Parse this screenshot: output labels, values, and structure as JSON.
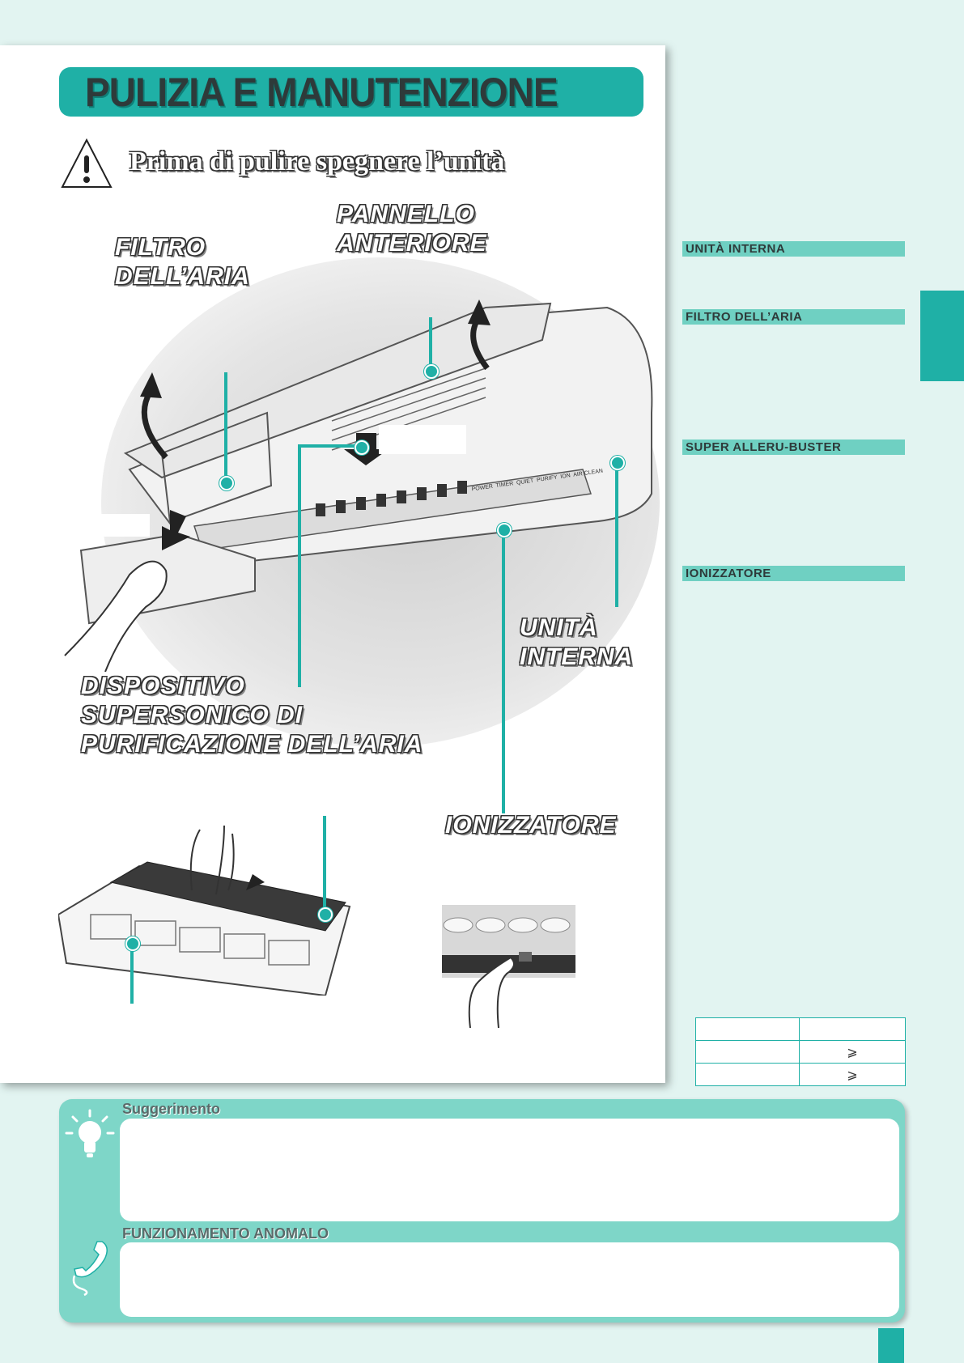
{
  "colors": {
    "background": "#e2f4f1",
    "accent": "#1fb0a6",
    "light_accent": "#7ed6c8"
  },
  "header": {
    "title": "PULIZIA E MANUTENZIONE"
  },
  "warning": {
    "icon": "warning-triangle-icon",
    "text": "Prima di pulire spegnere l’unità"
  },
  "diagram": {
    "labels": {
      "air_filter": [
        "FILTRO",
        "DELL’ARIA"
      ],
      "front_panel": [
        "PANNELLO",
        "ANTERIORE"
      ],
      "indoor_unit": [
        "UNITÀ",
        "INTERNA"
      ],
      "purifier": [
        "DISPOSITIVO",
        "SUPERSONICO DI",
        "PURIFICAZIONE DELL’ARIA"
      ],
      "ionizer": "IONIZZATORE"
    },
    "panel_indicators": [
      "POWER",
      "TIMER",
      "QUIET",
      "PURIFY",
      "ION",
      "AIR CLEAN"
    ]
  },
  "sections": [
    "UNITÀ INTERNA",
    "FILTRO DELL’ARIA",
    "SUPER ALLERU-BUSTER",
    "IONIZZATORE"
  ],
  "table": {
    "rows": [
      [
        "",
        ""
      ],
      [
        "",
        "⩾"
      ],
      [
        "",
        "⩾"
      ]
    ]
  },
  "tip_box": {
    "tip_title": "Suggerimento",
    "abnormal_title": "FUNZIONAMENTO ANOMALO"
  }
}
